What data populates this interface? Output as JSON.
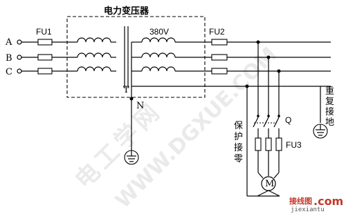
{
  "diagram": {
    "title": "电力变压器",
    "phases": [
      "A",
      "B",
      "C"
    ],
    "fuse_primary": "FU1",
    "fuse_secondary": "FU2",
    "voltage": "380V",
    "core_label": "T",
    "neutral_label": "N",
    "switch_label": "Q",
    "fuse_motor": "FU3",
    "motor_label": "M",
    "protect_label": [
      "保",
      "护",
      "接",
      "零"
    ],
    "reground_label": [
      "重",
      "复",
      "接",
      "地"
    ]
  },
  "watermark": {
    "chars": [
      "电",
      "工",
      "学",
      "网"
    ],
    "site": "WWW.DGXUE.COM"
  },
  "logo": {
    "name": "接线图",
    "suffix": ".com",
    "url": "jiexiantu"
  }
}
